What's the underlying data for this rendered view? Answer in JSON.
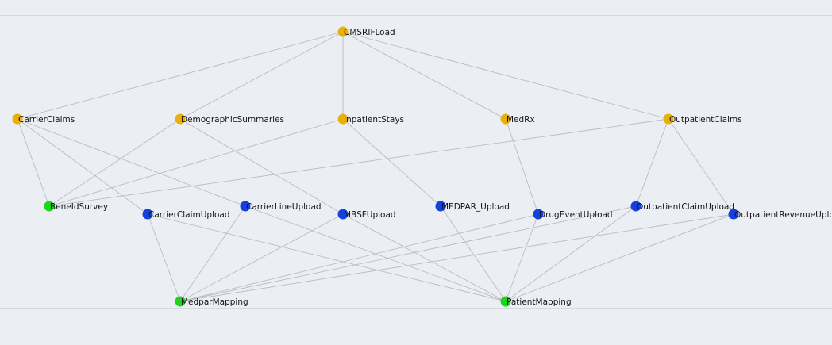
{
  "colors": {
    "background": "#ebeef3",
    "edge": "#b9bcc1",
    "source": "#e8b10a",
    "upload": "#1340df",
    "mapping": "#1ed41e"
  },
  "nodes": [
    {
      "id": "CMSRIFLoad",
      "label": "CMSRIFLoad",
      "group": "source"
    },
    {
      "id": "CarrierClaims",
      "label": "CarrierClaims",
      "group": "source"
    },
    {
      "id": "DemographicSummaries",
      "label": "DemographicSummaries",
      "group": "source"
    },
    {
      "id": "InpatientStays",
      "label": "InpatientStays",
      "group": "source"
    },
    {
      "id": "MedRx",
      "label": "MedRx",
      "group": "source"
    },
    {
      "id": "OutpatientClaims",
      "label": "OutpatientClaims",
      "group": "source"
    },
    {
      "id": "BeneIdSurvey",
      "label": "BeneIdSurvey",
      "group": "mapping"
    },
    {
      "id": "CarrierClaimUpload",
      "label": "CarrierClaimUpload",
      "group": "upload"
    },
    {
      "id": "CarrierLineUpload",
      "label": "CarrierLineUpload",
      "group": "upload"
    },
    {
      "id": "MBSFUpload",
      "label": "MBSFUpload",
      "group": "upload"
    },
    {
      "id": "MEDPAR_Upload",
      "label": "MEDPAR_Upload",
      "group": "upload"
    },
    {
      "id": "DrugEventUpload",
      "label": "DrugEventUpload",
      "group": "upload"
    },
    {
      "id": "OutpatientClaimUpload",
      "label": "OutpatientClaimUpload",
      "group": "upload"
    },
    {
      "id": "OutpatientRevenueUpload",
      "label": "OutpatientRevenueUpload",
      "group": "upload"
    },
    {
      "id": "MedparMapping",
      "label": "MedparMapping",
      "group": "mapping"
    },
    {
      "id": "PatientMapping",
      "label": "PatientMapping",
      "group": "mapping"
    }
  ],
  "edges": [
    [
      "CMSRIFLoad",
      "CarrierClaims"
    ],
    [
      "CMSRIFLoad",
      "DemographicSummaries"
    ],
    [
      "CMSRIFLoad",
      "InpatientStays"
    ],
    [
      "CMSRIFLoad",
      "MedRx"
    ],
    [
      "CMSRIFLoad",
      "OutpatientClaims"
    ],
    [
      "CarrierClaims",
      "BeneIdSurvey"
    ],
    [
      "CarrierClaims",
      "CarrierClaimUpload"
    ],
    [
      "CarrierClaims",
      "CarrierLineUpload"
    ],
    [
      "DemographicSummaries",
      "BeneIdSurvey"
    ],
    [
      "DemographicSummaries",
      "MBSFUpload"
    ],
    [
      "InpatientStays",
      "BeneIdSurvey"
    ],
    [
      "InpatientStays",
      "MEDPAR_Upload"
    ],
    [
      "MedRx",
      "DrugEventUpload"
    ],
    [
      "OutpatientClaims",
      "BeneIdSurvey"
    ],
    [
      "OutpatientClaims",
      "OutpatientClaimUpload"
    ],
    [
      "OutpatientClaims",
      "OutpatientRevenueUpload"
    ],
    [
      "CarrierClaimUpload",
      "MedparMapping"
    ],
    [
      "CarrierClaimUpload",
      "PatientMapping"
    ],
    [
      "CarrierLineUpload",
      "MedparMapping"
    ],
    [
      "CarrierLineUpload",
      "PatientMapping"
    ],
    [
      "MBSFUpload",
      "MedparMapping"
    ],
    [
      "MBSFUpload",
      "PatientMapping"
    ],
    [
      "MEDPAR_Upload",
      "PatientMapping"
    ],
    [
      "DrugEventUpload",
      "MedparMapping"
    ],
    [
      "DrugEventUpload",
      "PatientMapping"
    ],
    [
      "OutpatientClaimUpload",
      "MedparMapping"
    ],
    [
      "OutpatientClaimUpload",
      "PatientMapping"
    ],
    [
      "OutpatientRevenueUpload",
      "MedparMapping"
    ],
    [
      "OutpatientRevenueUpload",
      "PatientMapping"
    ]
  ]
}
